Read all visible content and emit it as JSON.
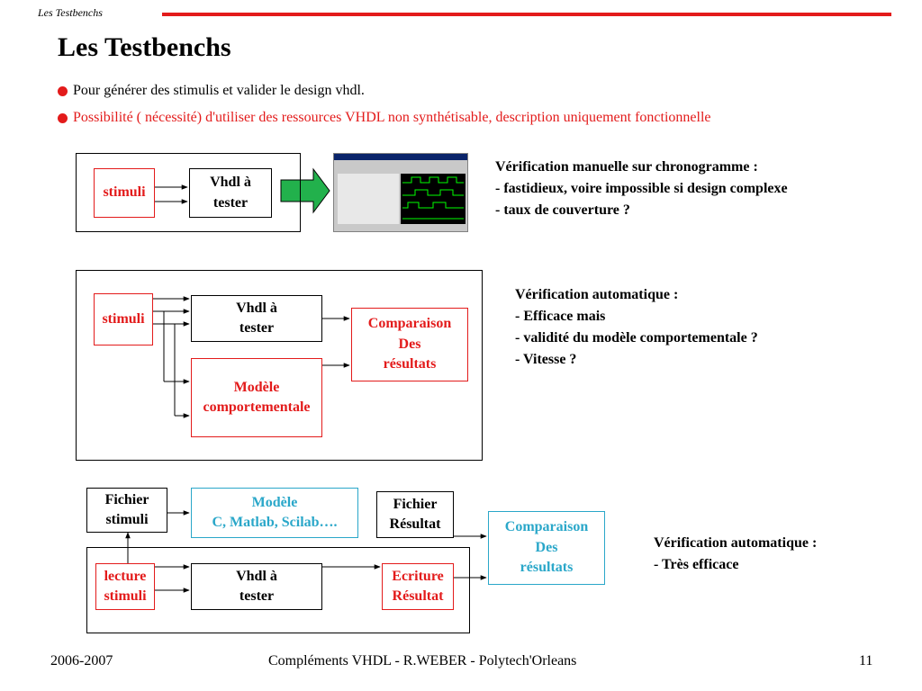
{
  "header": {
    "running_title": "Les Testbenchs"
  },
  "slide": {
    "title": "Les Testbenchs",
    "bullets": [
      "Pour générer des stimulis et valider le design vhdl.",
      "Possibilité ( nécessité) d'utiliser des ressources VHDL non synthétisable, description uniquement fonctionnelle"
    ]
  },
  "diagram1": {
    "stimuli": "stimuli",
    "dut_line1": "Vhdl à",
    "dut_line2": "tester",
    "note": [
      "Vérification manuelle sur chronogramme :",
      "- fastidieux, voire impossible si design complexe",
      "- taux de couverture ?"
    ]
  },
  "diagram2": {
    "stimuli": "stimuli",
    "dut_line1": "Vhdl à",
    "dut_line2": "tester",
    "compare": [
      "Comparaison",
      "Des",
      "résultats"
    ],
    "model": [
      "Modèle",
      "comportementale"
    ],
    "note": [
      "Vérification automatique :",
      "- Efficace mais",
      "- validité du modèle comportementale ?",
      "- Vitesse ?"
    ]
  },
  "diagram3": {
    "file_in": [
      "Fichier",
      "stimuli"
    ],
    "model": [
      "Modèle",
      "C, Matlab, Scilab…."
    ],
    "file_out": [
      "Fichier",
      "Résultat"
    ],
    "compare": [
      "Comparaison",
      "Des",
      "résultats"
    ],
    "read": [
      "lecture",
      "stimuli"
    ],
    "dut": [
      "Vhdl à",
      "tester"
    ],
    "write": [
      "Ecriture",
      "Résultat"
    ],
    "note": [
      "Vérification automatique :",
      "-  Très efficace"
    ]
  },
  "footer": {
    "left": "2006-2007",
    "center": "Compléments VHDL - R.WEBER - Polytech'Orleans",
    "page": "11"
  },
  "colors": {
    "accent_red": "#e31b1b",
    "cyan": "#2aa7c9",
    "arrow_green": "#22b14c"
  }
}
